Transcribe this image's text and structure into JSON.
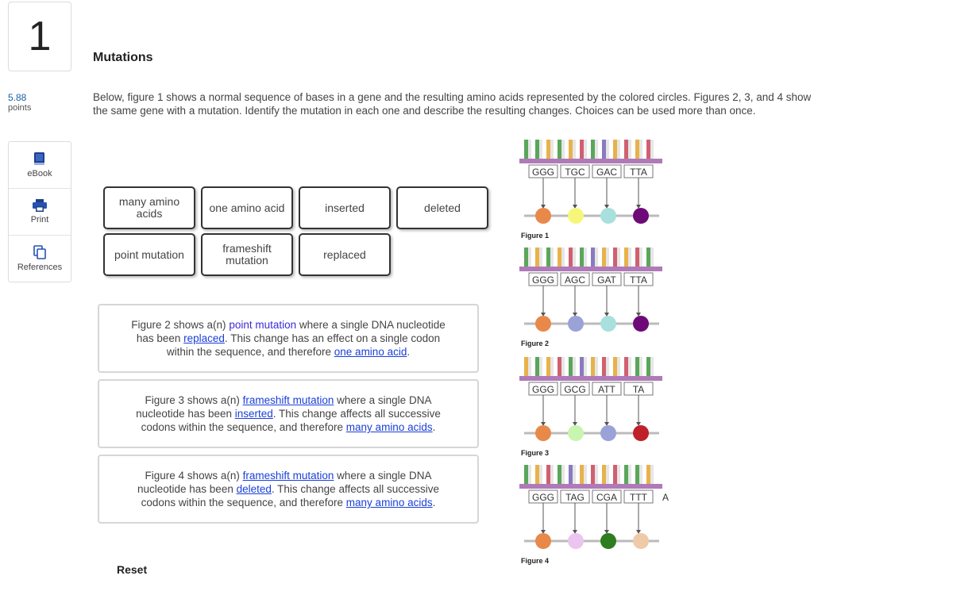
{
  "question": {
    "number": "1",
    "score": "5.88",
    "score_unit": "points",
    "title": "Mutations"
  },
  "tools": [
    {
      "label": "eBook",
      "icon": "book-icon"
    },
    {
      "label": "Print",
      "icon": "printer-icon"
    },
    {
      "label": "References",
      "icon": "copy-icon"
    }
  ],
  "instructions": "Below, figure 1 shows a normal sequence of bases in a gene and the resulting amino acids represented by the colored circles. Figures 2, 3, and 4 show the same gene with a mutation. Identify the mutation in each one and describe the resulting changes. Choices can be used more than once.",
  "choices": [
    "many amino acids",
    "one amino acid",
    "inserted",
    "deleted",
    "point mutation",
    "frameshift mutation",
    "replaced"
  ],
  "sentences": [
    {
      "p1": "Figure 2 shows a(n) ",
      "b1": "point mutation",
      "p2": " where a single DNA nucleotide has been ",
      "b2": "replaced",
      "p3": ". This change has an effect on a single codon within the sequence, and therefore ",
      "b3": "one amino acid",
      "p4": "."
    },
    {
      "p1": "Figure 3 shows a(n) ",
      "b1": "frameshift mutation",
      "p2": " where a single DNA nucleotide has been ",
      "b2": "inserted",
      "p3": ". This change affects all successive codons within the sequence, and therefore ",
      "b3": "many amino acids",
      "p4": "."
    },
    {
      "p1": "Figure 4 shows a(n) ",
      "b1": "frameshift mutation",
      "p2": " where a single DNA nucleotide has been ",
      "b2": "deleted",
      "p3": ". This change affects all successive codons within the sequence, and therefore ",
      "b3": "many amino acids",
      "p4": "."
    }
  ],
  "reset_label": "Reset",
  "figures": [
    {
      "label": "Figure 1",
      "codons": [
        "GGG",
        "TGC",
        "GAC",
        "TTA"
      ],
      "extra": "",
      "amino_colors": [
        "#e8894a",
        "#f6f77a",
        "#a8e0de",
        "#6e0a78"
      ]
    },
    {
      "label": "Figure 2",
      "codons": [
        "GGG",
        "AGC",
        "GAT",
        "TTA"
      ],
      "extra": "",
      "amino_colors": [
        "#e8894a",
        "#9aa2d8",
        "#a8e0de",
        "#6e0a78"
      ]
    },
    {
      "label": "Figure 3",
      "codons": [
        "GGG",
        "GCG",
        "ATT",
        "TA"
      ],
      "extra": "",
      "amino_colors": [
        "#e8894a",
        "#c8f5b0",
        "#9aa2d8",
        "#c0202a"
      ]
    },
    {
      "label": "Figure 4",
      "codons": [
        "GGG",
        "TAG",
        "CGA",
        "TTT"
      ],
      "extra": "A",
      "amino_colors": [
        "#e8894a",
        "#ecc4f0",
        "#2e7d1e",
        "#f0c9a8"
      ]
    }
  ],
  "colors": {
    "accent_link": "#1a3fd8",
    "score": "#1a5fa6"
  }
}
